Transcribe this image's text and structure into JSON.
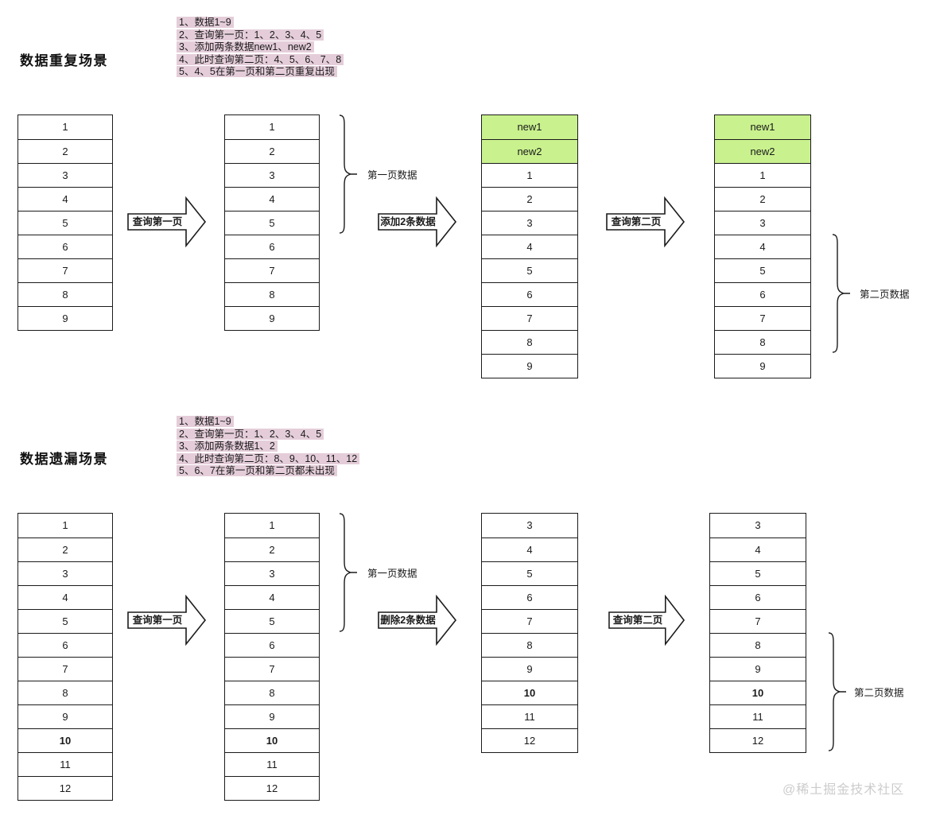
{
  "watermark": "@稀土掘金技术社区",
  "colors": {
    "highlight_green": "#c9f18e",
    "note_background": "#e4cdd9",
    "line": "#1b1b1b"
  },
  "sections": [
    {
      "title": "数据重复场景",
      "notes": [
        "1、数据1~9",
        "2、查询第一页：1、2、3、4、5",
        "3、添加两条数据new1、new2",
        "4、此时查询第二页：4、5、6、7、8",
        "5、4、5在第一页和第二页重复出现"
      ],
      "arrows": [
        {
          "label": "查询第一页"
        },
        {
          "label": "添加2条数据"
        },
        {
          "label": "查询第二页"
        }
      ],
      "braces": [
        {
          "label": "第一页数据"
        },
        {
          "label": "第二页数据"
        }
      ],
      "columns": [
        {
          "name": "table-initial",
          "cells": [
            {
              "t": "1"
            },
            {
              "t": "2"
            },
            {
              "t": "3"
            },
            {
              "t": "4"
            },
            {
              "t": "5"
            },
            {
              "t": "6"
            },
            {
              "t": "7"
            },
            {
              "t": "8"
            },
            {
              "t": "9"
            }
          ]
        },
        {
          "name": "table-page1-query",
          "cells": [
            {
              "t": "1"
            },
            {
              "t": "2"
            },
            {
              "t": "3"
            },
            {
              "t": "4"
            },
            {
              "t": "5"
            },
            {
              "t": "6"
            },
            {
              "t": "7"
            },
            {
              "t": "8"
            },
            {
              "t": "9"
            }
          ]
        },
        {
          "name": "table-after-add",
          "cells": [
            {
              "t": "new1",
              "green": true
            },
            {
              "t": "new2",
              "green": true
            },
            {
              "t": "1"
            },
            {
              "t": "2"
            },
            {
              "t": "3"
            },
            {
              "t": "4"
            },
            {
              "t": "5"
            },
            {
              "t": "6"
            },
            {
              "t": "7"
            },
            {
              "t": "8"
            },
            {
              "t": "9"
            }
          ]
        },
        {
          "name": "table-page2-query",
          "cells": [
            {
              "t": "new1",
              "green": true
            },
            {
              "t": "new2",
              "green": true
            },
            {
              "t": "1"
            },
            {
              "t": "2"
            },
            {
              "t": "3"
            },
            {
              "t": "4"
            },
            {
              "t": "5"
            },
            {
              "t": "6"
            },
            {
              "t": "7"
            },
            {
              "t": "8"
            },
            {
              "t": "9"
            }
          ]
        }
      ]
    },
    {
      "title": "数据遗漏场景",
      "notes": [
        "1、数据1~9",
        "2、查询第一页：1、2、3、4、5",
        "3、添加两条数据1、2",
        "4、此时查询第二页：8、9、10、11、12",
        "5、6、7在第一页和第二页都未出现"
      ],
      "arrows": [
        {
          "label": "查询第一页"
        },
        {
          "label": "删除2条数据"
        },
        {
          "label": "查询第二页"
        }
      ],
      "braces": [
        {
          "label": "第一页数据"
        },
        {
          "label": "第二页数据"
        }
      ],
      "columns": [
        {
          "name": "table-initial",
          "cells": [
            {
              "t": "1"
            },
            {
              "t": "2"
            },
            {
              "t": "3"
            },
            {
              "t": "4"
            },
            {
              "t": "5"
            },
            {
              "t": "6"
            },
            {
              "t": "7"
            },
            {
              "t": "8"
            },
            {
              "t": "9"
            },
            {
              "t": "10",
              "bold": true
            },
            {
              "t": "11"
            },
            {
              "t": "12"
            }
          ]
        },
        {
          "name": "table-page1-query",
          "cells": [
            {
              "t": "1"
            },
            {
              "t": "2"
            },
            {
              "t": "3"
            },
            {
              "t": "4"
            },
            {
              "t": "5"
            },
            {
              "t": "6"
            },
            {
              "t": "7"
            },
            {
              "t": "8"
            },
            {
              "t": "9"
            },
            {
              "t": "10",
              "bold": true
            },
            {
              "t": "11"
            },
            {
              "t": "12"
            }
          ]
        },
        {
          "name": "table-after-delete",
          "cells": [
            {
              "t": "3"
            },
            {
              "t": "4"
            },
            {
              "t": "5"
            },
            {
              "t": "6"
            },
            {
              "t": "7"
            },
            {
              "t": "8"
            },
            {
              "t": "9"
            },
            {
              "t": "10",
              "bold": true
            },
            {
              "t": "11"
            },
            {
              "t": "12"
            }
          ]
        },
        {
          "name": "table-page2-query",
          "cells": [
            {
              "t": "3"
            },
            {
              "t": "4"
            },
            {
              "t": "5"
            },
            {
              "t": "6"
            },
            {
              "t": "7"
            },
            {
              "t": "8"
            },
            {
              "t": "9"
            },
            {
              "t": "10",
              "bold": true
            },
            {
              "t": "11"
            },
            {
              "t": "12"
            }
          ]
        }
      ]
    }
  ]
}
